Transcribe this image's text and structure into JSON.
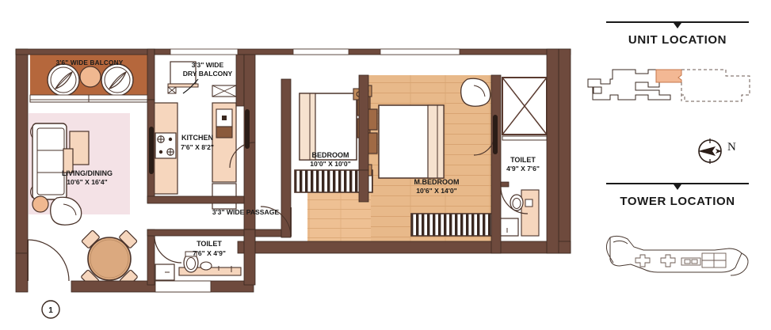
{
  "document": {
    "type": "residential-floor-plan",
    "unit_marker": "1"
  },
  "rooms": [
    {
      "id": "balcony",
      "name": "3'6\" WIDE BALCONY",
      "label_lines": [
        "3'6\" WIDE BALCONY"
      ],
      "dimensions": "",
      "color": "#b5673c"
    },
    {
      "id": "dry-balcony",
      "name": "3'3\" WIDE DRY BALCONY",
      "label_lines": [
        "3'3\" WIDE",
        "DRY BALCONY"
      ],
      "dimensions": "",
      "color": "#ffffff"
    },
    {
      "id": "living-dining",
      "name": "LIVING/DINING",
      "label_lines": [
        "LIVING/DINING",
        "10'6\" X 16'4\""
      ],
      "dimensions": "10'6\" X 16'4\"",
      "color": "#f4e2e6"
    },
    {
      "id": "kitchen",
      "name": "KITCHEN",
      "label_lines": [
        "KITCHEN",
        "7'6\" X 8'2\""
      ],
      "dimensions": "7'6\" X 8'2\"",
      "color": "#ffffff"
    },
    {
      "id": "passage",
      "name": "3'3\" WIDE PASSAGE",
      "label_lines": [
        "3'3\" WIDE PASSAGE"
      ],
      "dimensions": "",
      "color": "#ffffff"
    },
    {
      "id": "toilet-common",
      "name": "TOILET",
      "label_lines": [
        "TOILET",
        "7'6\" X 4'9\""
      ],
      "dimensions": "7'6\" X 4'9\"",
      "color": "#ffffff"
    },
    {
      "id": "bedroom",
      "name": "BEDROOM",
      "label_lines": [
        "BEDROOM",
        "10'0\" X 10'0\""
      ],
      "dimensions": "10'0\" X 10'0\"",
      "color": "#ffffff"
    },
    {
      "id": "master-bedroom",
      "name": "M.BEDROOM",
      "label_lines": [
        "M.BEDROOM",
        "10'6\" X 14'0\""
      ],
      "dimensions": "10'6\" X 14'0\"",
      "color": "#e8b98a"
    },
    {
      "id": "toilet-master",
      "name": "TOILET",
      "label_lines": [
        "TOILET",
        "4'9\" X 7'6\""
      ],
      "dimensions": "4'9\" X 7'6\"",
      "color": "#ffffff"
    }
  ],
  "labels": {
    "balcony": "3'6\" WIDE BALCONY",
    "dry_balcony_line1": "3'3\" WIDE",
    "dry_balcony_line2": "DRY BALCONY",
    "living_name": "LIVING/DINING",
    "living_dims": "10'6\" X 16'4\"",
    "kitchen_name": "KITCHEN",
    "kitchen_dims": "7'6\" X 8'2\"",
    "passage": "3'3\" WIDE PASSAGE",
    "toilet_common_name": "TOILET",
    "toilet_common_dims": "7'6\" X 4'9\"",
    "bedroom_name": "BEDROOM",
    "bedroom_dims": "10'0\" X 10'0\"",
    "mbedroom_name": "M.BEDROOM",
    "mbedroom_dims": "10'6\" X 14'0\"",
    "toilet_master_name": "TOILET",
    "toilet_master_dims": "4'9\" X 7'6\"",
    "unit_number": "1"
  },
  "sidebar": {
    "unit_location": {
      "title": "UNIT LOCATION"
    },
    "tower_location": {
      "title": "TOWER LOCATION"
    },
    "compass": {
      "label": "N",
      "direction": "west-pointing-arrow"
    }
  },
  "colors": {
    "wall": "#6e4a3d",
    "wall_dark": "#5a3b30",
    "balcony_floor": "#b5673c",
    "living_floor": "#f4e2e6",
    "wood_floor": "#e8b98a",
    "furniture_fill": "#f6d6bd",
    "furniture_tan": "#e0a97a",
    "line": "#4a332a",
    "text": "#1a1a1a",
    "highlight_unit": "#f3b894",
    "white": "#ffffff"
  }
}
